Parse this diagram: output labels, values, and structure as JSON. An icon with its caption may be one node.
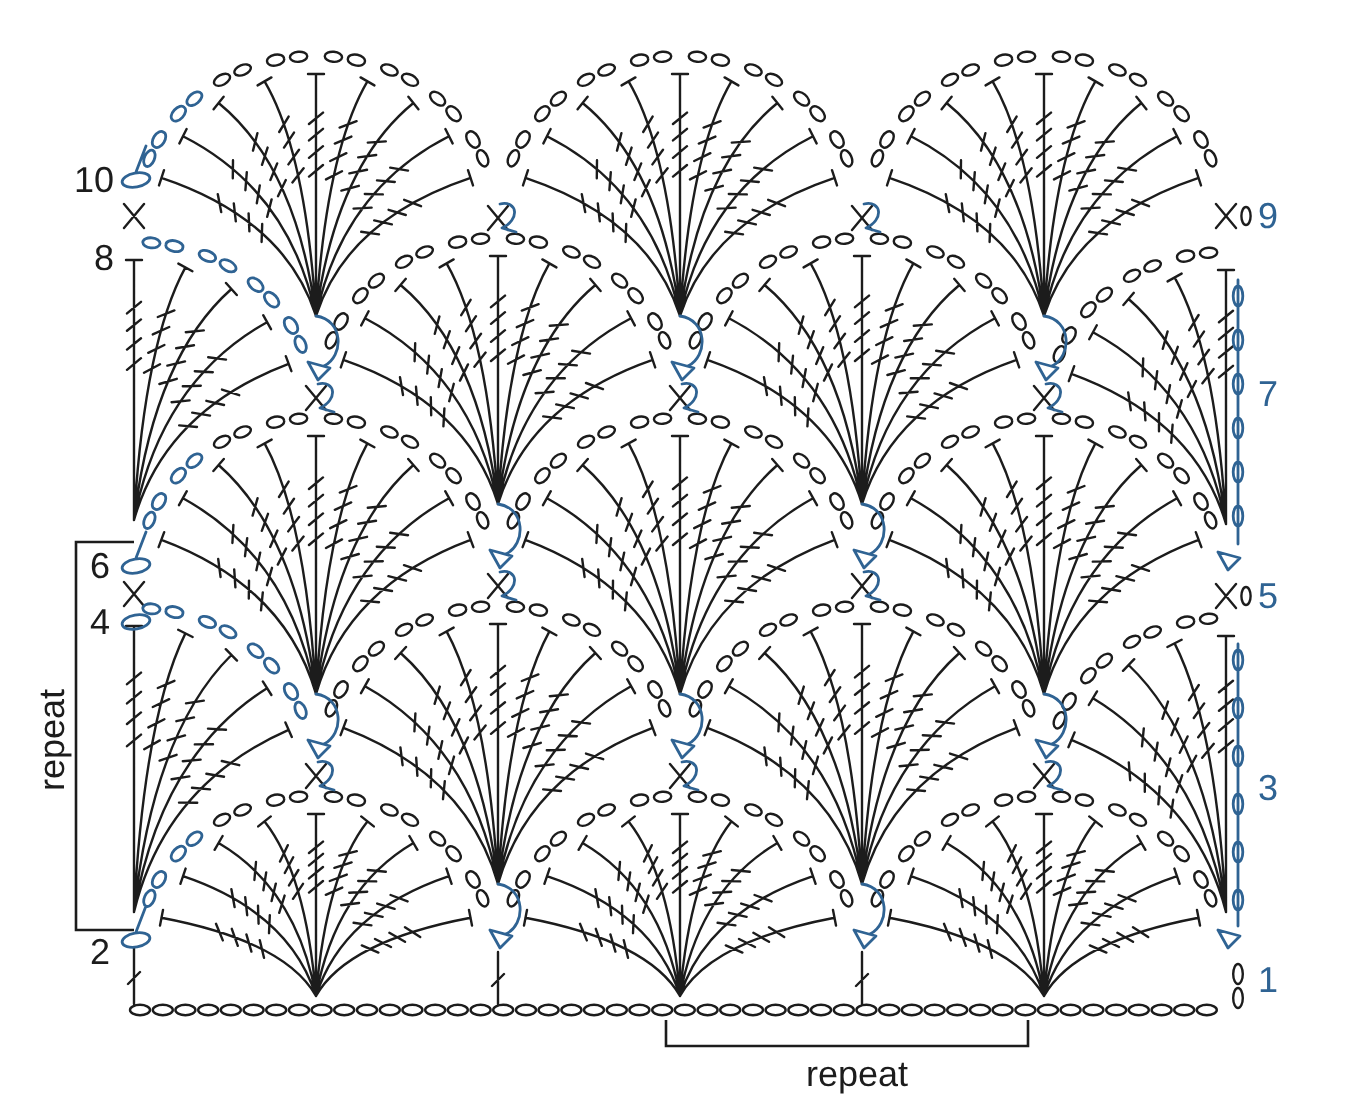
{
  "diagram": {
    "labels": [
      "10",
      "9",
      "8",
      "7",
      "6",
      "5",
      "4",
      "repeat",
      "3",
      "2",
      "1",
      "repeat"
    ]
  }
}
